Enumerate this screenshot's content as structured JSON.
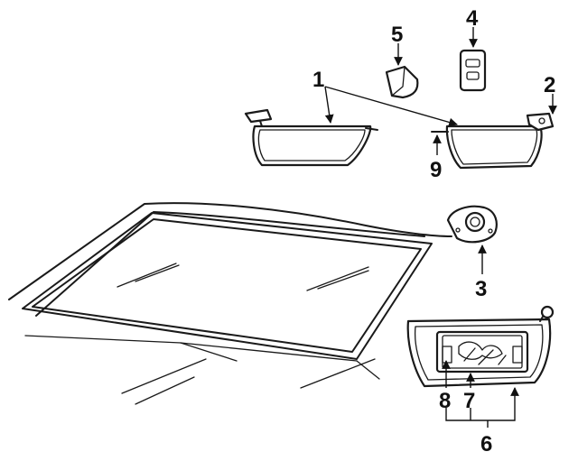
{
  "callouts": [
    "1",
    "2",
    "3",
    "4",
    "5",
    "6",
    "7",
    "8",
    "9"
  ],
  "colors": {
    "line": "#1a1a1a",
    "background": "#ffffff"
  }
}
